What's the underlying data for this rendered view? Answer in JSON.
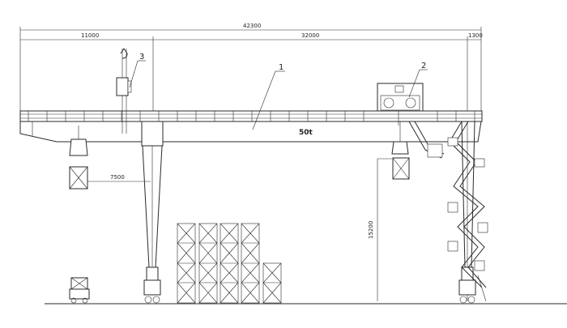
{
  "dimensions": {
    "overall_span": "42300",
    "left_cantilever": "11000",
    "main_span": "32000",
    "right_cantilever": "1300",
    "cantilever_reach": "7500",
    "lift_height": "15200"
  },
  "callouts": {
    "girder": "1",
    "trolley": "2",
    "cab_hook": "3"
  },
  "capacity_label": "50t"
}
